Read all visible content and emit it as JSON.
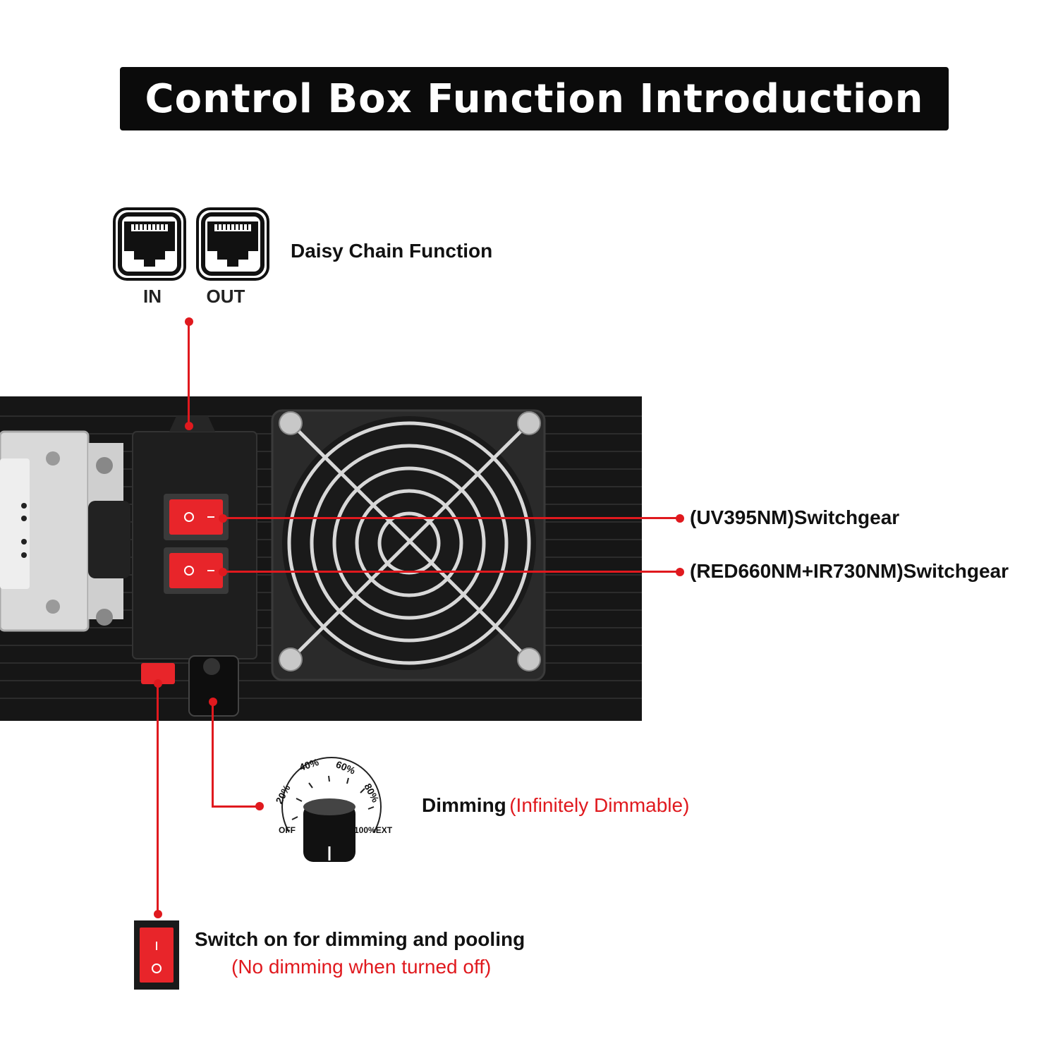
{
  "title": "Control Box Function Introduction",
  "daisy": {
    "label": "Daisy Chain Function",
    "port_in": "IN",
    "port_out": "OUT"
  },
  "callouts": {
    "uv_switch": "(UV395NM)Switchgear",
    "red_switch": "(RED660NM+IR730NM)Switchgear"
  },
  "dimming": {
    "label": "Dimming",
    "note": "(Infinitely Dimmable)",
    "dial_ticks": [
      "20%",
      "40%",
      "60%",
      "80%"
    ],
    "dial_off": "OFF",
    "dial_max": "100%EXT"
  },
  "pool_switch": {
    "label": "Switch on for dimming and pooling",
    "note": "(No dimming when turned off)"
  },
  "colors": {
    "accent": "#e0191e",
    "dark": "#0b0b0b",
    "switch_red": "#e8252a"
  }
}
